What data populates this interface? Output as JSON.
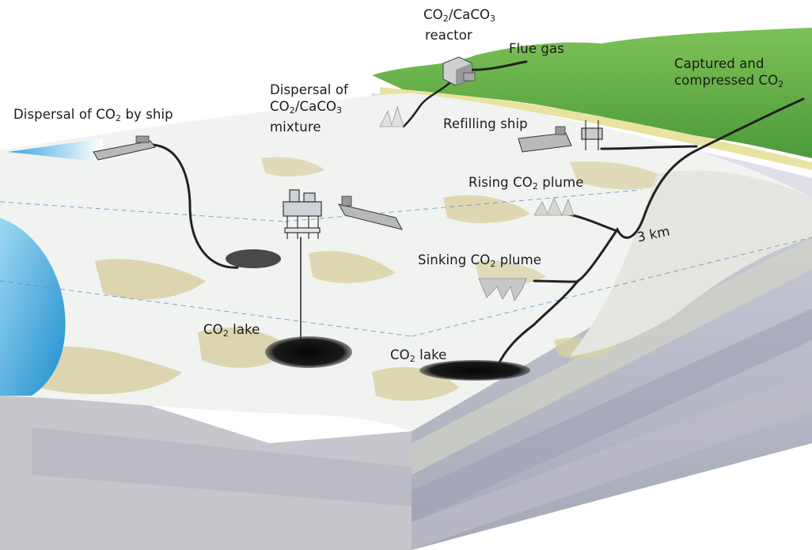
{
  "labels": {
    "reactor": {
      "line1_pre": "CO",
      "line1_sub1": "2",
      "line1_mid": "/CaCO",
      "line1_sub2": "3",
      "line2": "reactor"
    },
    "flue_gas": "Flue gas",
    "captured": {
      "line1": "Captured and",
      "line2_pre": "compressed CO",
      "line2_sub": "2"
    },
    "dispersal_ship": {
      "pre": "Dispersal of CO",
      "sub": "2",
      "post": " by ship"
    },
    "dispersal_mixture": {
      "line1": "Dispersal of",
      "line2_pre": "CO",
      "line2_sub1": "2",
      "line2_mid": "/CaCO",
      "line2_sub2": "3",
      "line3": "mixture"
    },
    "refilling_ship": "Refilling ship",
    "rising_plume": {
      "pre": "Rising CO",
      "sub": "2",
      "post": " plume"
    },
    "sinking_plume": {
      "pre": "Sinking CO",
      "sub": "2",
      "post": " plume"
    },
    "lake_left": {
      "pre": "CO",
      "sub": "2",
      "post": " lake"
    },
    "lake_right": {
      "pre": "CO",
      "sub": "2",
      "post": " lake"
    },
    "distance": "3 km"
  },
  "colors": {
    "sea_deep": "#1f8fd0",
    "sea_light": "#bfe6f7",
    "seabed": "#eef1ee",
    "sediment_tan": "#d9cfa3",
    "land_green": "#6db04a",
    "block_side": "#b9bcc9",
    "pipeline": "#222222",
    "co2_lake": "#111111"
  }
}
